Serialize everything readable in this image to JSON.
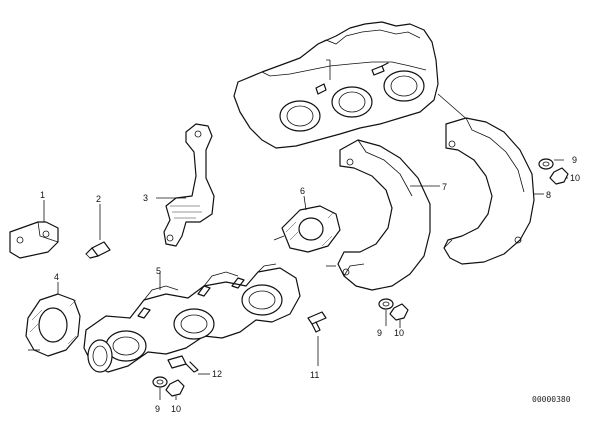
{
  "diagram": {
    "callouts": {
      "c1": "1",
      "c2": "2",
      "c3": "3",
      "c4": "4",
      "c5": "5",
      "c6": "6",
      "c7": "7",
      "c8": "8",
      "c9_right": "9",
      "c10_right": "10",
      "c9_mid": "9",
      "c10_mid": "10",
      "c9_bottom": "9",
      "c10_bottom": "10",
      "c11": "11",
      "c12": "12"
    },
    "document_id": "00000380"
  }
}
